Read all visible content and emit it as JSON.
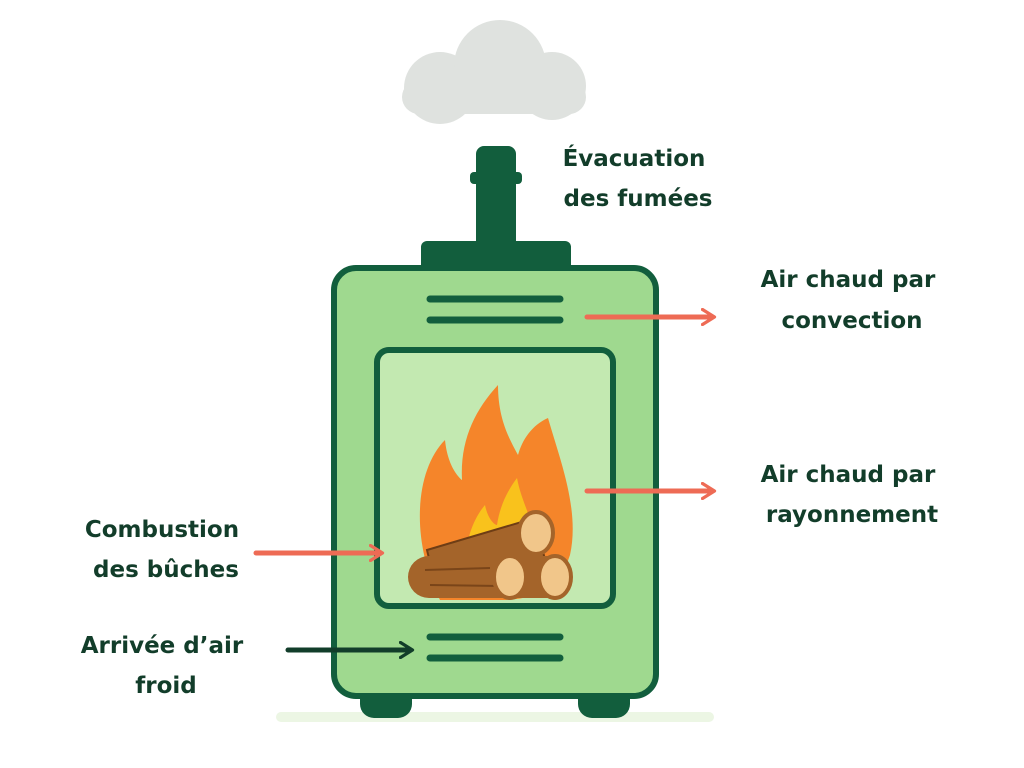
{
  "colors": {
    "stove_body": "#9fd98f",
    "stove_outline": "#125e3d",
    "window_glass": "#c3e9b1",
    "flame_outer": "#f5852a",
    "flame_inner": "#f9c21c",
    "log_bark": "#a4642a",
    "log_end": "#f1c68a",
    "arrow_hot": "#ee6b55",
    "arrow_cold": "#123d2a",
    "smoke": "#dfe2df",
    "label_text": "#123d2a",
    "floor": "#ecf6e4"
  },
  "labels": {
    "evacuation": [
      "Évacuation",
      "des fumées"
    ],
    "convection": [
      "Air chaud par",
      "convection"
    ],
    "rayonnement": [
      "Air chaud par",
      "rayonnement"
    ],
    "combustion": [
      "Combustion",
      "des bûches"
    ],
    "arrivee": [
      "Arrivée d’air",
      "froid"
    ]
  }
}
